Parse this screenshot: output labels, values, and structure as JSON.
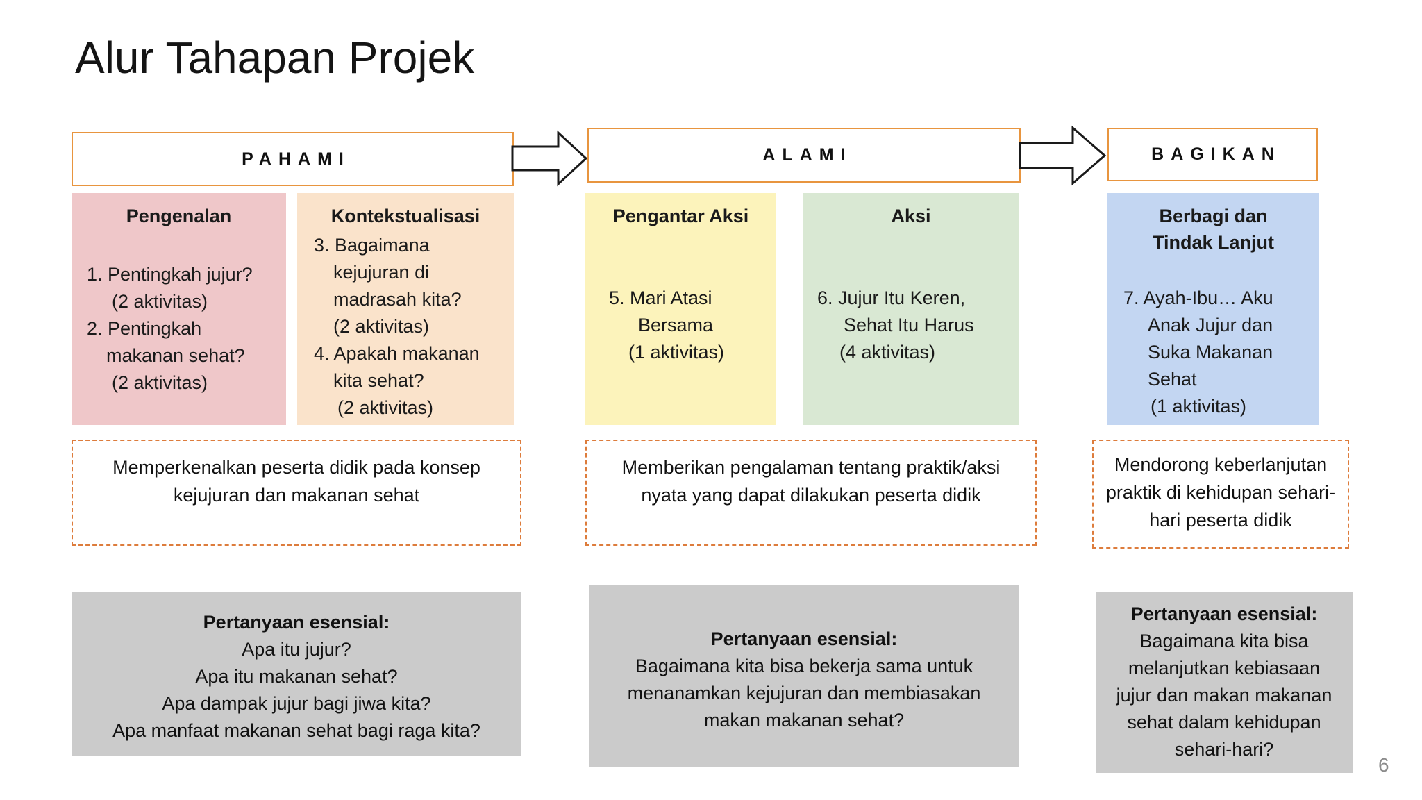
{
  "slide": {
    "title": "Alur Tahapan Projek",
    "page_number": "6"
  },
  "colors": {
    "header_border_orange": "#E8953F",
    "dashed_border_orange": "#DD7C3C",
    "essential_box_gray": "#CBCBCB",
    "background": "#FFFFFF"
  },
  "stages": [
    {
      "header": "PAHAMI",
      "description": "Memperkenalkan peserta didik pada konsep kejujuran dan makanan sehat",
      "essential_heading": "Pertanyaan esensial:",
      "questions": [
        "Apa itu jujur?",
        "Apa itu makanan sehat?",
        "Apa dampak jujur bagi jiwa kita?",
        "Apa manfaat makanan sehat bagi raga kita?"
      ]
    },
    {
      "header": "ALAMI",
      "description": "Memberikan pengalaman tentang praktik/aksi nyata yang dapat dilakukan peserta didik",
      "essential_heading": "Pertanyaan esensial:",
      "questions": [
        "Bagaimana kita bisa bekerja sama untuk",
        "menanamkan kejujuran dan membiasakan",
        "makan makanan sehat?"
      ]
    },
    {
      "header": "BAGIKAN",
      "description": "Mendorong keberlanjutan praktik di kehidupan sehari-hari peserta didik",
      "essential_heading": "Pertanyaan esensial:",
      "questions": [
        "Bagaimana kita bisa",
        "melanjutkan kebiasaan",
        "jujur dan makan makanan",
        "sehat dalam kehidupan",
        "sehari-hari?"
      ]
    }
  ],
  "cards": [
    {
      "title": "Pengenalan",
      "color": "#EFC7C9",
      "lines": [
        "1. Pentingkah jujur?",
        "(2 aktivitas)",
        "2. Pentingkah",
        "makanan sehat?",
        "(2 aktivitas)"
      ]
    },
    {
      "title": "Kontekstualisasi",
      "color": "#FAE3CB",
      "lines": [
        "3. Bagaimana",
        "kejujuran di",
        "madrasah kita?",
        "(2 aktivitas)",
        "4. Apakah makanan",
        "kita sehat?",
        "(2 aktivitas)"
      ]
    },
    {
      "title": "Pengantar Aksi",
      "color": "#FCF3BB",
      "lines": [
        "5. Mari Atasi",
        "Bersama",
        "(1 aktivitas)"
      ]
    },
    {
      "title": "Aksi",
      "color": "#D9E8D3",
      "lines": [
        "6. Jujur Itu Keren,",
        "Sehat Itu Harus",
        "(4 aktivitas)"
      ]
    },
    {
      "title": "Berbagi dan Tindak Lanjut",
      "color": "#C3D6F2",
      "lines": [
        "7. Ayah-Ibu… Aku",
        "Anak Jujur dan",
        "Suka Makanan",
        "Sehat",
        "(1 aktivitas)"
      ]
    }
  ]
}
